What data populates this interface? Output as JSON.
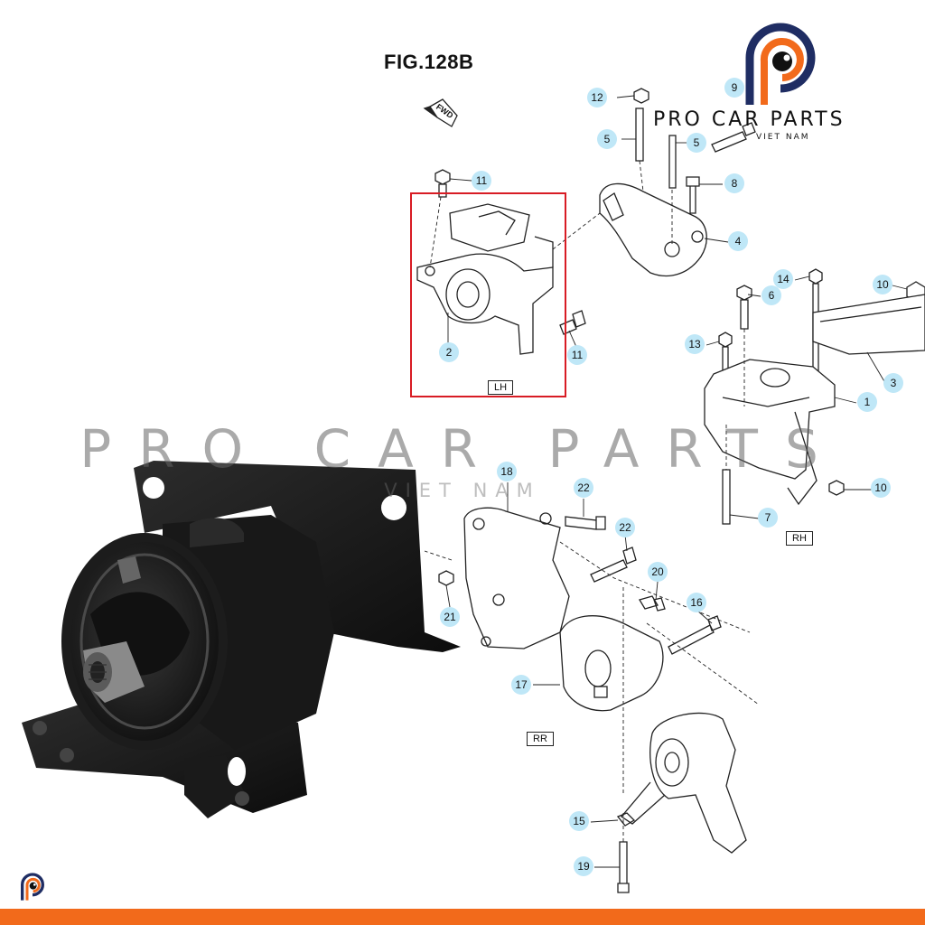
{
  "figure_title": "FIG.128B",
  "fwd_label": "FWD",
  "brand": {
    "name": "PRO CAR PARTS",
    "sub": "VIET NAM"
  },
  "watermark": {
    "name": "PRO CAR PARTS",
    "sub": "VIET NAM"
  },
  "section_tags": {
    "lh": "LH",
    "rh": "RH",
    "rr": "RR"
  },
  "callouts": {
    "c12": "12",
    "c9": "9",
    "c5a": "5",
    "c5b": "5",
    "c11a": "11",
    "c8": "8",
    "c4": "4",
    "c2": "2",
    "c11b": "11",
    "c14": "14",
    "c6": "6",
    "c10a": "10",
    "c13": "13",
    "c3": "3",
    "c1": "1",
    "c10b": "10",
    "c7": "7",
    "c18": "18",
    "c22a": "22",
    "c22b": "22",
    "c20": "20",
    "c21": "21",
    "c16": "16",
    "c17": "17",
    "c15": "15",
    "c19": "19"
  },
  "colors": {
    "accent": "#f26a1b",
    "highlight": "#d81c24",
    "callout": "#bfe7f7",
    "logo_navy": "#1f2d63"
  }
}
